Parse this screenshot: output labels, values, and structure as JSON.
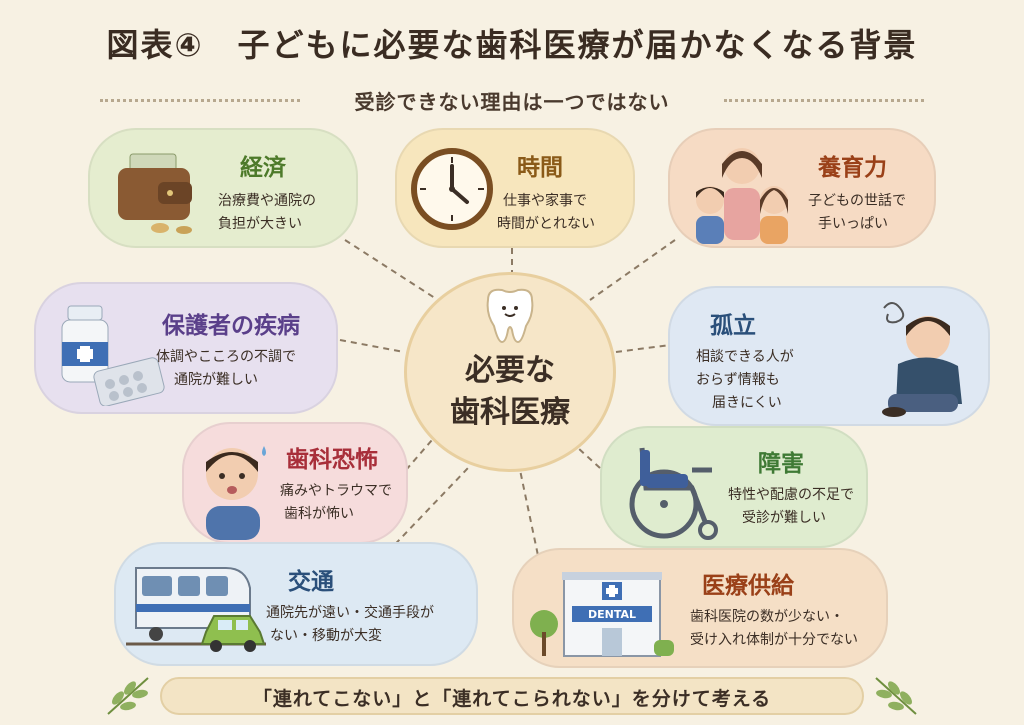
{
  "title": "図表④　子どもに必要な歯科医療が届かなくなる背景",
  "subtitle": "受診できない理由は一つではない",
  "center": {
    "line1": "必要な",
    "line2": "歯科医療"
  },
  "factors": {
    "economy": {
      "title": "経済",
      "line1": "治療費や通院の",
      "line2": "負担が大きい",
      "color": "#4d7a2a"
    },
    "time": {
      "title": "時間",
      "line1": "仕事や家事で",
      "line2": "時間がとれない",
      "color": "#8a5a18"
    },
    "parenting": {
      "title": "養育力",
      "line1": "子どもの世話で",
      "line2": "手いっぱい",
      "color": "#9a4018"
    },
    "guardian_illness": {
      "title": "保護者の疾病",
      "line1": "体調やこころの不調で",
      "line2": "通院が難しい",
      "color": "#5a3f8a"
    },
    "isolation": {
      "title": "孤立",
      "line1": "相談できる人が",
      "line2": "おらず情報も",
      "line3": "届きにくい",
      "color": "#2a4f7a"
    },
    "dental_fear": {
      "title": "歯科恐怖",
      "line1": "痛みやトラウマで",
      "line2": "歯科が怖い",
      "color": "#a82f3a"
    },
    "disability": {
      "title": "障害",
      "line1": "特性や配慮の不足で",
      "line2": "受診が難しい",
      "color": "#3f7a35"
    },
    "transport": {
      "title": "交通",
      "line1": "通院先が遠い・交通手段が",
      "line2": "ない・移動が大変",
      "color": "#2a4f7a"
    },
    "medical_supply": {
      "title": "医療供給",
      "line1": "歯科医院の数が少ない・",
      "line2": "受け入れ体制が十分でない",
      "color": "#9a4018"
    }
  },
  "clinic_sign": "DENTAL",
  "bottom_note": "「連れてこない」と「連れてこられない」を分けて考える"
}
